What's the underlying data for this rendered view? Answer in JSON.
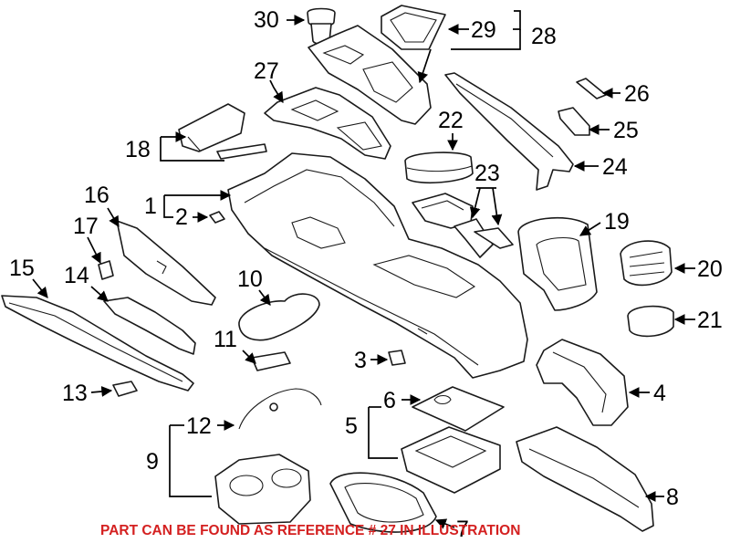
{
  "caption": {
    "text": "PART CAN BE FOUND AS REFERENCE # 27 IN ILLUSTRATION",
    "color": "#d42020"
  },
  "callouts": [
    "1",
    "2",
    "3",
    "4",
    "5",
    "6",
    "7",
    "8",
    "9",
    "10",
    "11",
    "12",
    "13",
    "14",
    "15",
    "16",
    "17",
    "18",
    "19",
    "20",
    "21",
    "22",
    "23",
    "24",
    "25",
    "26",
    "27",
    "28",
    "29",
    "30"
  ]
}
